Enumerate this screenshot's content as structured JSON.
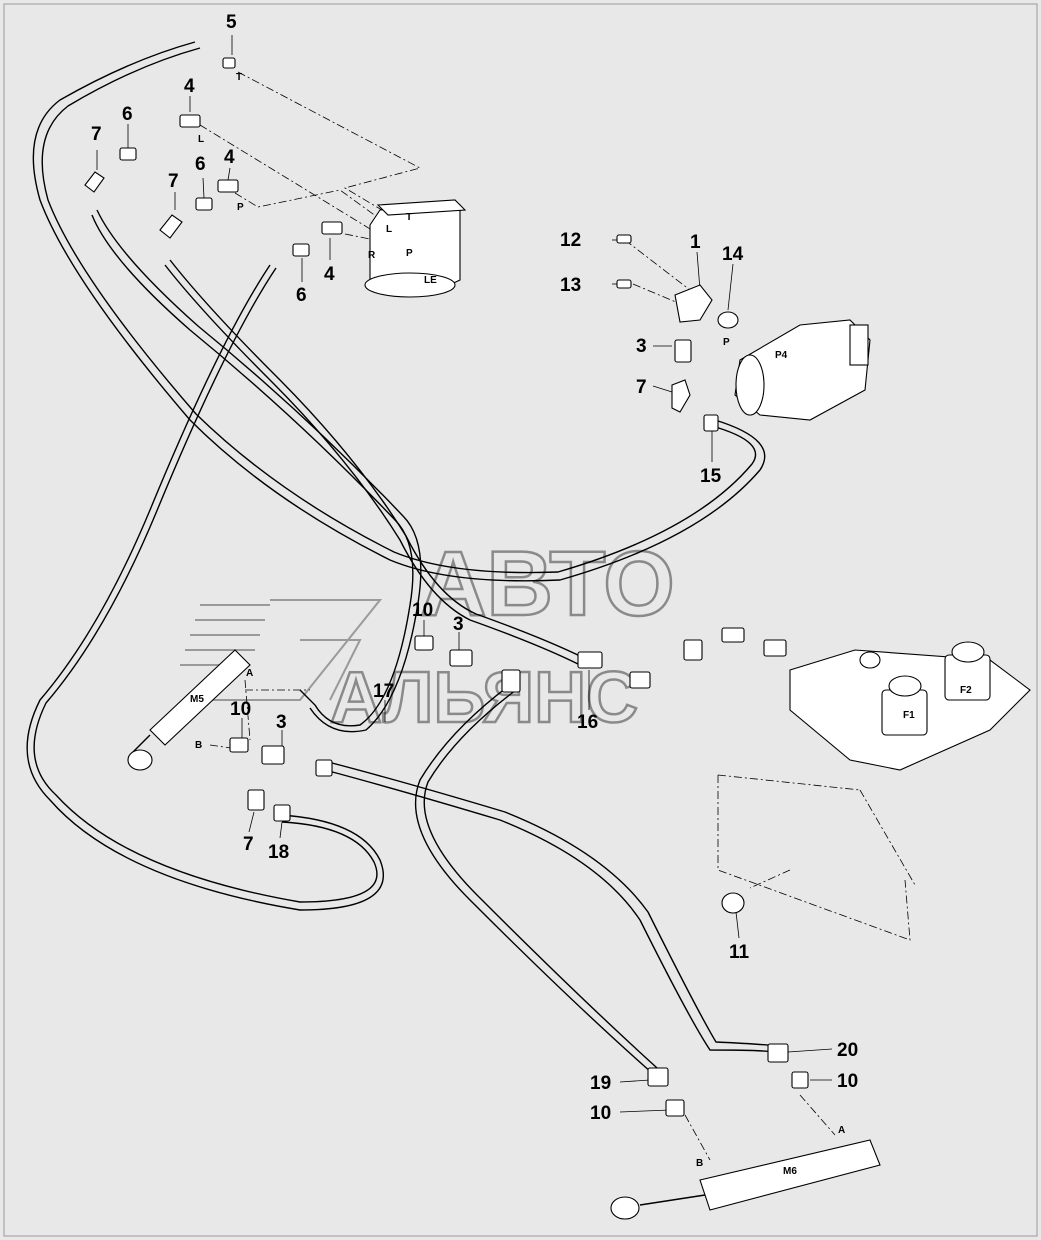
{
  "watermark": {
    "line1": "АВТО",
    "line2": "АЛЬЯНС"
  },
  "callouts": {
    "n1": "1",
    "n3a": "3",
    "n3b": "3",
    "n3c": "3",
    "n4a": "4",
    "n4b": "4",
    "n4c": "4",
    "n5": "5",
    "n6a": "6",
    "n6b": "6",
    "n6c": "6",
    "n7a": "7",
    "n7b": "7",
    "n7c": "7",
    "n7d": "7",
    "n10a": "10",
    "n10b": "10",
    "n10c": "10",
    "n10d": "10",
    "n11": "11",
    "n12": "12",
    "n13": "13",
    "n14": "14",
    "n15": "15",
    "n16": "16",
    "n17": "17",
    "n18": "18",
    "n19": "19",
    "n20": "20"
  },
  "port_labels": {
    "T1": "T",
    "L1": "L",
    "P1": "P",
    "T2": "T",
    "L2": "L",
    "R": "R",
    "P2": "P",
    "LE": "LE",
    "P3": "P",
    "P4": "P4",
    "F1": "F1",
    "F2": "F2",
    "M5": "M5",
    "A1": "A",
    "B1": "B",
    "M6": "M6",
    "A2": "A",
    "B2": "B"
  }
}
